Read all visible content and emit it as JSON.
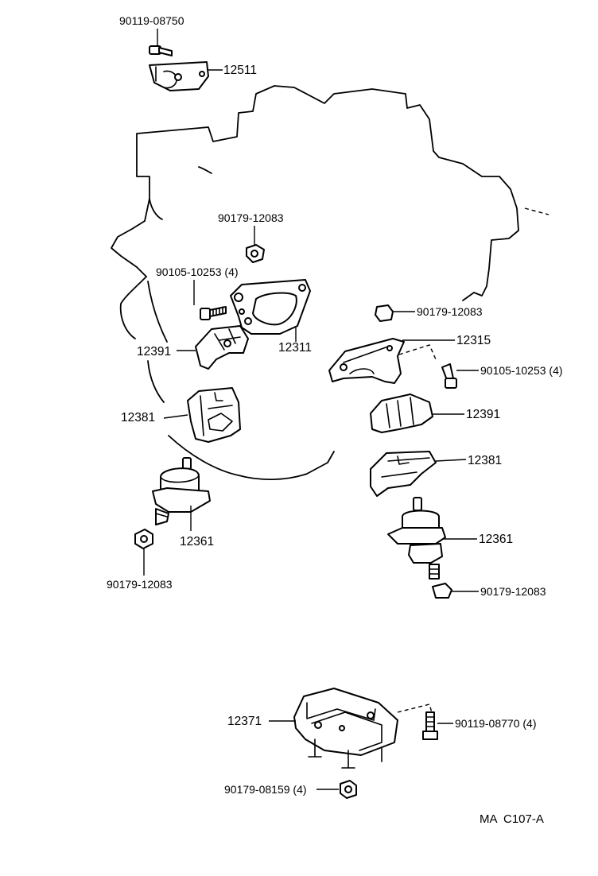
{
  "diagram": {
    "labels": {
      "bolt_top": "90119-08750",
      "bracket_top": "12511",
      "nut_upper_center": "90179-12083",
      "bolt_left": "90105-10253 (4)",
      "plate_center": "12311",
      "insulator_left_upper": "12391",
      "insulator_left_mid": "12381",
      "mount_left": "12361",
      "nut_left_bottom": "90179-12083",
      "nut_right_upper": "90179-12083",
      "bracket_right": "12315",
      "bolt_right": "90105-10253 (4)",
      "insulator_right_upper": "12391",
      "insulator_right_mid": "12381",
      "mount_right": "12361",
      "nut_right_lower": "90179-12083",
      "mount_rear": "12371",
      "bolt_rear": "90119-08770 (4)",
      "nut_rear": "90179-08159 (4)"
    },
    "reference_code": "MA  C107-A"
  }
}
